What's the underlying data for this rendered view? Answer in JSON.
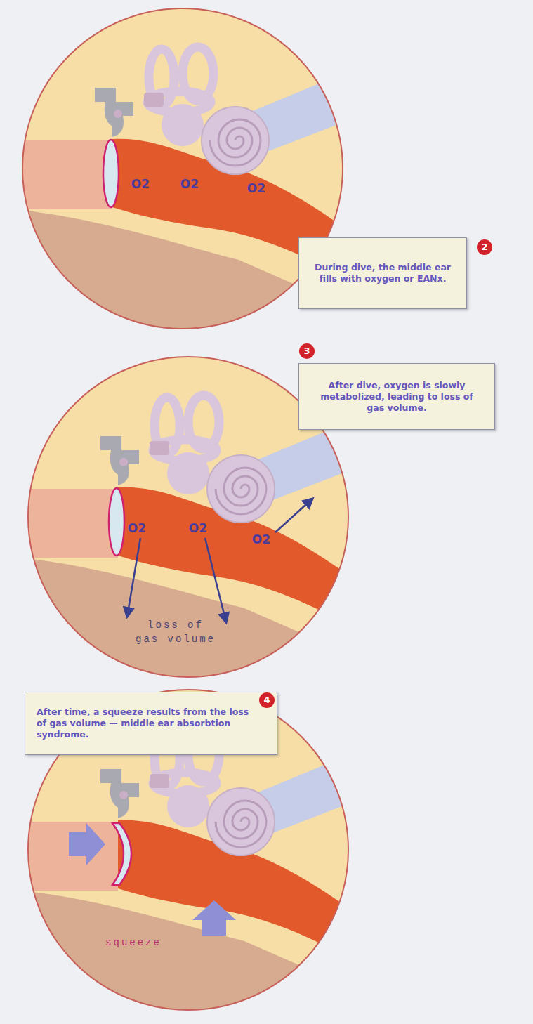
{
  "diagram": {
    "nodes": [
      {
        "text": [
          "During dive, the middle ear fills with oxygen or EANx."
        ]
      },
      {
        "text": [
          "After dive, oxygen is slowly metabolized, leading to loss of gas volume."
        ]
      },
      {
        "text": [
          "After time, a squeeze results from the loss of gas volume — middle ear absorbtion syndrome."
        ]
      }
    ],
    "labels": [
      "O2",
      "O2",
      "O2",
      "2",
      "3",
      "O2",
      "O2",
      "O2",
      "loss of gas volume",
      "4",
      "squeeze"
    ]
  }
}
